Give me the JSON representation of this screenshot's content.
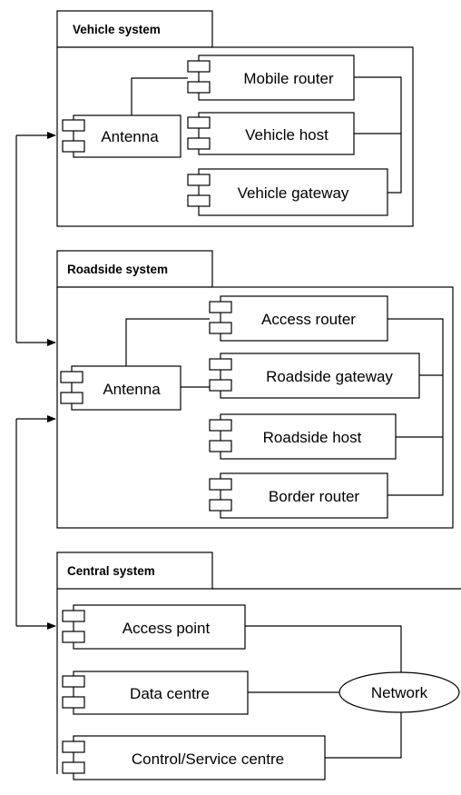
{
  "vehicle": {
    "title": "Vehicle system",
    "antenna": "Antenna",
    "mobile_router": "Mobile router",
    "host": "Vehicle host",
    "gateway": "Vehicle gateway"
  },
  "roadside": {
    "title": "Roadside system",
    "antenna": "Antenna",
    "access_router": "Access router",
    "gateway": "Roadside gateway",
    "host": "Roadside host",
    "border_router": "Border router"
  },
  "central": {
    "title": "Central system",
    "access_point": "Access point",
    "data_centre": "Data centre",
    "control_centre": "Control/Service centre",
    "network": "Network"
  }
}
